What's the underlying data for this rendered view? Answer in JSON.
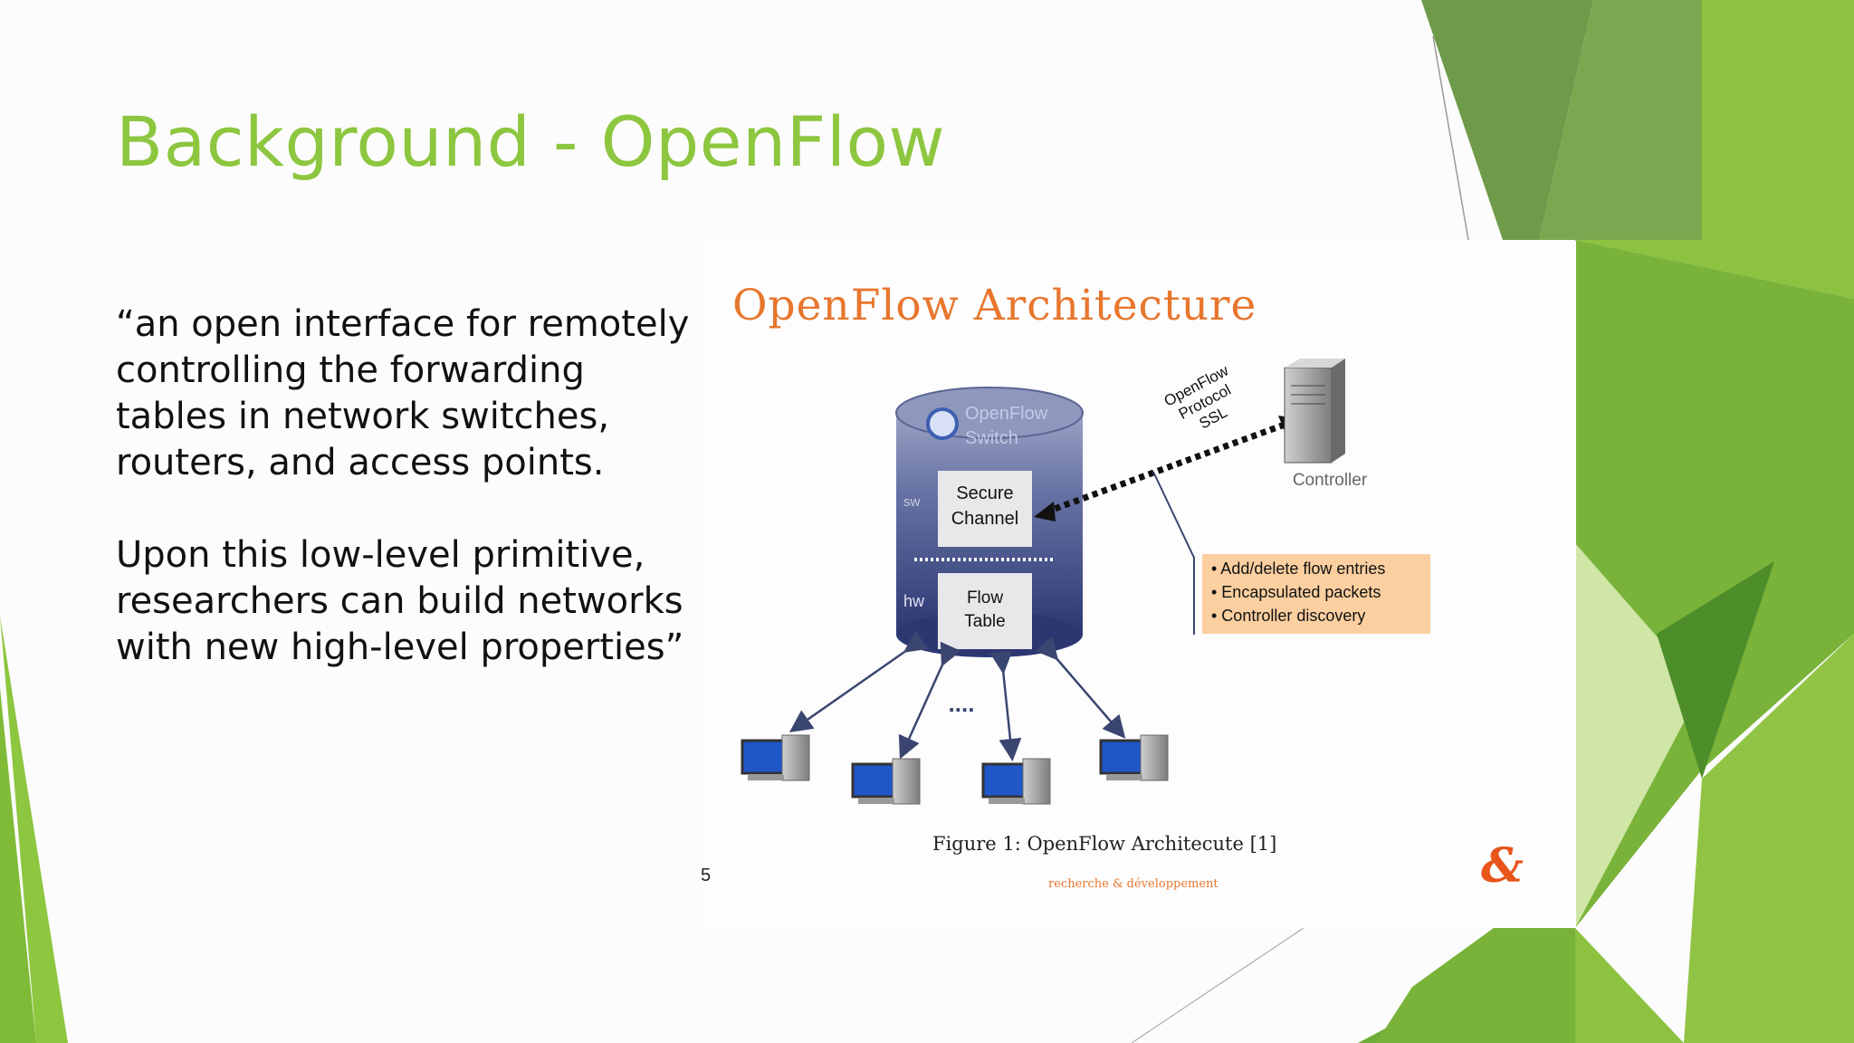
{
  "slide": {
    "title": "Background - OpenFlow",
    "paragraph_1": "“an open interface for remotely controlling the forwarding tables in network switches, routers, and access points.",
    "paragraph_2": "Upon this low-level primitive, researchers can build networks with new high-level properties”"
  },
  "figure": {
    "title": "OpenFlow Architecture",
    "switch_label_1": "OpenFlow",
    "switch_label_2": "Switch",
    "sw_label": "sw",
    "hw_label": "hw",
    "secure_channel_1": "Secure",
    "secure_channel_2": "Channel",
    "flow_table_1": "Flow",
    "flow_table_2": "Table",
    "protocol_1": "OpenFlow",
    "protocol_2": "Protocol",
    "protocol_3": "SSL",
    "controller_label": "Controller",
    "ellipsis": "....",
    "bullets": [
      "• Add/delete flow entries",
      "• Encapsulated packets",
      "• Controller discovery"
    ],
    "caption": "Figure 1: OpenFlow Architecute [1]",
    "page_number": "5",
    "footer_note": "recherche & développement",
    "logo_glyph": "&"
  },
  "colors": {
    "accent_green": "#8dc63f",
    "figure_title_orange": "#e8762d",
    "bullet_box": "#fbcfa0"
  }
}
